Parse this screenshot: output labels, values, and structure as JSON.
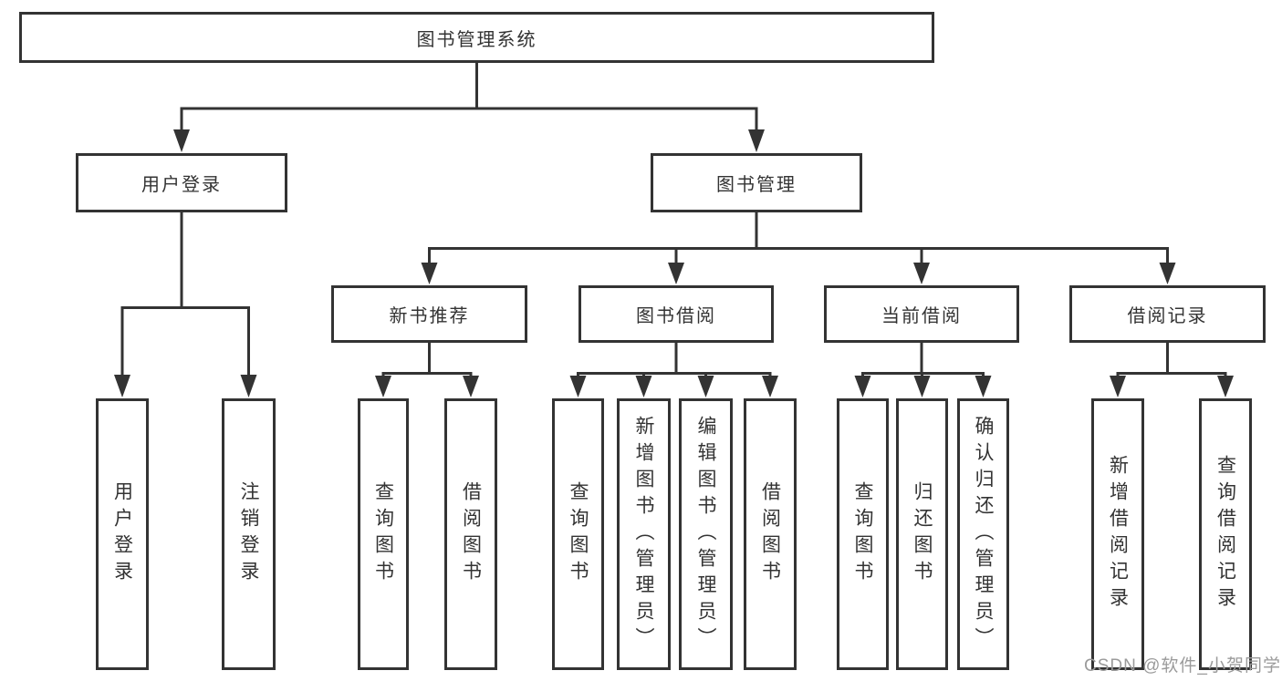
{
  "diagram": {
    "root": "图书管理系统",
    "level2": {
      "user_login": "用户登录",
      "book_management": "图书管理"
    },
    "level3": {
      "new_book": "新书推荐",
      "book_borrow": "图书借阅",
      "current_borrow": "当前借阅",
      "borrow_record": "借阅记录"
    },
    "leaves": {
      "user_login": "用户登录",
      "logout": "注销登录",
      "nb_query": "查询图书",
      "nb_borrow": "借阅图书",
      "bb_query": "查询图书",
      "bb_add": "新增图书（管理员）",
      "bb_edit": "编辑图书（管理员）",
      "bb_borrow": "借阅图书",
      "cb_query": "查询图书",
      "cb_return": "归还图书",
      "cb_confirm": "确认归还（管理员）",
      "br_add": "新增借阅记录",
      "br_query": "查询借阅记录"
    }
  },
  "watermark": "CSDN @软件_小贺同学",
  "colors": {
    "line": "#333333",
    "text": "#333333",
    "watermark": "#9b9b9b",
    "background": "#ffffff"
  }
}
